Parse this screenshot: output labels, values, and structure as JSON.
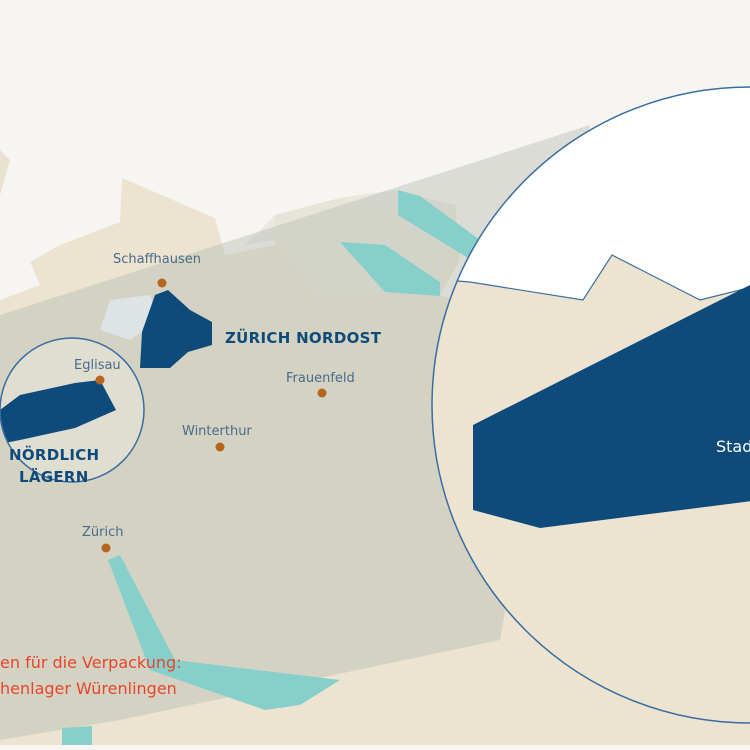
{
  "colors": {
    "background": "#f7f5f2",
    "land": "#ece4d0",
    "land_light": "#f2ede3",
    "shade": "#cdd0c6",
    "blue_zone": "#0e4a7a",
    "lake": "#86cfca",
    "outline": "#3a6ea0",
    "town_dot": "#b5651d",
    "note_text": "#e8452c"
  },
  "places": {
    "schaffhausen": "Schaffhausen",
    "eglisau": "Eglisau",
    "frauenfeld": "Frauenfeld",
    "winterthur": "Winterthur",
    "zuerich": "Zürich"
  },
  "regions": {
    "zuerich_nordost": "ZÜRICH NORDOST",
    "noerdlich_laegern_line1": "NÖRDLICH",
    "noerdlich_laegern_line2": "LÄGERN"
  },
  "zoom": {
    "label_fragment": "Stad"
  },
  "note": {
    "line1": "en für die Verpackung:",
    "line2": "henlager Würenlingen"
  }
}
